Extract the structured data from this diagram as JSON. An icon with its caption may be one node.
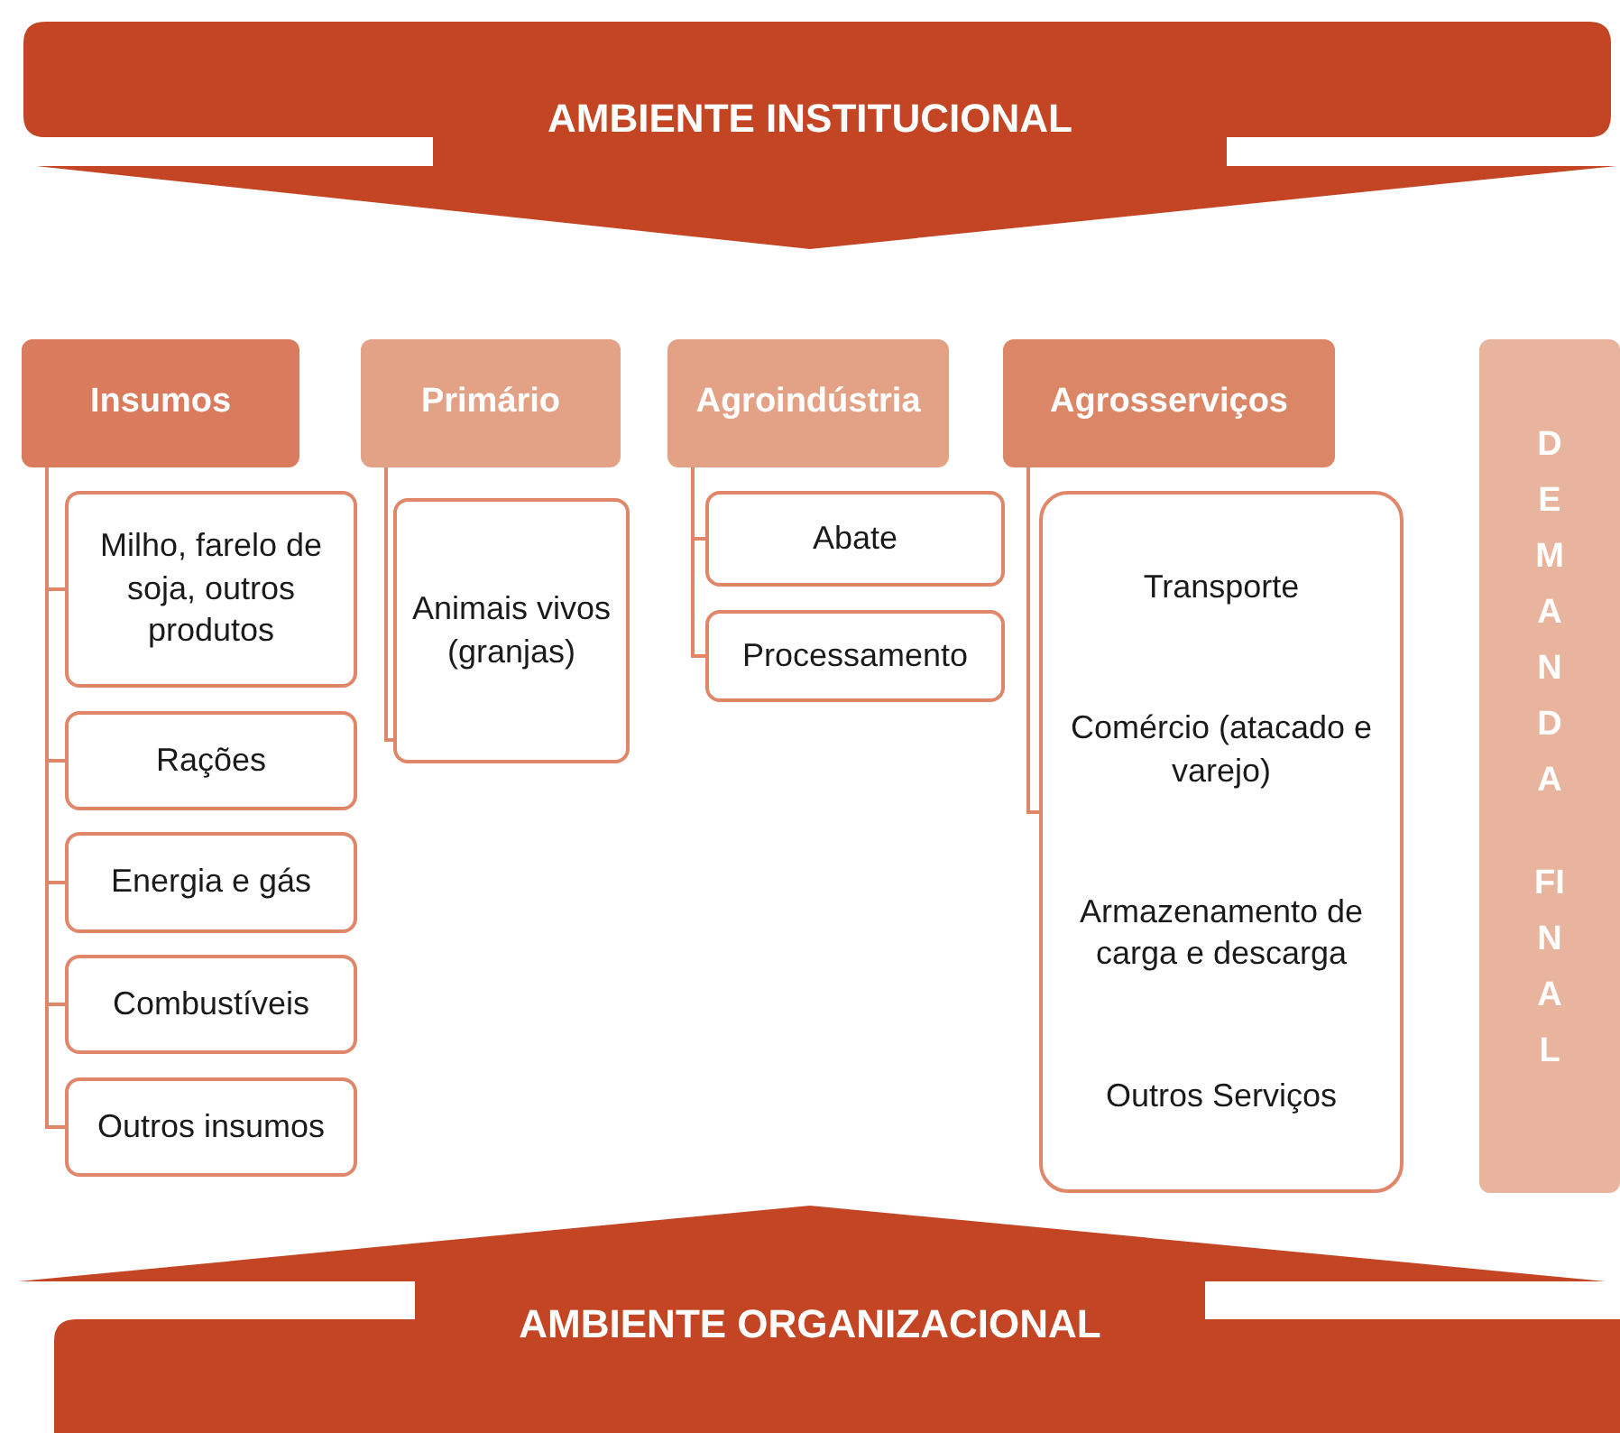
{
  "diagram": {
    "nodes": [
      {
        "text": [
          "AMBIENTE INSTITUCIONAL"
        ]
      },
      {
        "text": [
          "Insumos"
        ]
      },
      {
        "text": [
          "Milho, farelo de soja, outros produtos"
        ]
      },
      {
        "text": [
          "Rações"
        ]
      },
      {
        "text": [
          "Energia e gás"
        ]
      },
      {
        "text": [
          "Combustíveis"
        ]
      },
      {
        "text": [
          "Outros insumos"
        ]
      },
      {
        "text": [
          "Primário"
        ]
      },
      {
        "text": [
          "Animais vivos (granjas)"
        ]
      },
      {
        "text": [
          "Agroindústria"
        ]
      },
      {
        "text": [
          "Abate"
        ]
      },
      {
        "text": [
          "Processamento"
        ]
      },
      {
        "text": [
          "Agrosserviços"
        ]
      },
      {
        "text": [
          "Transporte",
          "Comércio (atacado e varejo)",
          "Armazenamento de carga e descarga",
          "Outros Serviços"
        ]
      },
      {
        "text": [
          "DEMANDA FINAL"
        ]
      },
      {
        "text": [
          "AMBIENTE ORGANIZACIONAL"
        ]
      }
    ],
    "edges": [
      {
        "from": 1,
        "to": 2,
        "arrow": "none"
      },
      {
        "from": 1,
        "to": 3,
        "arrow": "none"
      },
      {
        "from": 1,
        "to": 4,
        "arrow": "none"
      },
      {
        "from": 1,
        "to": 5,
        "arrow": "none"
      },
      {
        "from": 1,
        "to": 6,
        "arrow": "none"
      },
      {
        "from": 7,
        "to": 8,
        "arrow": "none"
      },
      {
        "from": 9,
        "to": 10,
        "arrow": "none"
      },
      {
        "from": 9,
        "to": 11,
        "arrow": "none"
      },
      {
        "from": 12,
        "to": 13,
        "arrow": "none"
      }
    ]
  }
}
